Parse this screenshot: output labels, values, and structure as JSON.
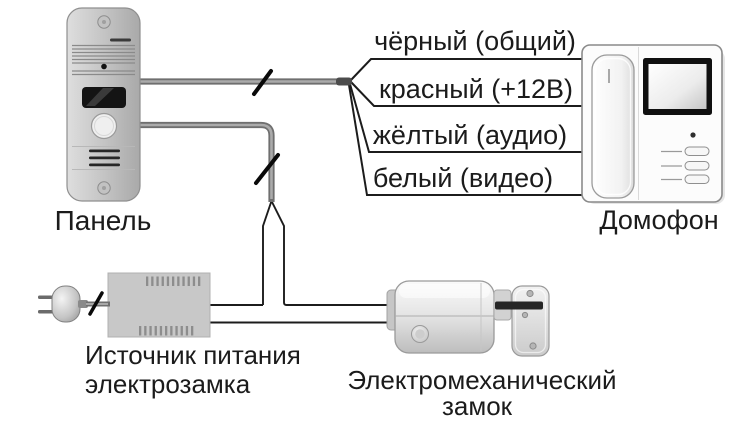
{
  "colors": {
    "background": "#ffffff",
    "diagram_line": "#1c1c1c",
    "wire_gray": "#6f6f6f",
    "text": "#1b1b1b"
  },
  "devices": {
    "panel": {
      "label": "Панель"
    },
    "monitor": {
      "label": "Домофон"
    },
    "power_supply": {
      "label_line1": "Источник питания",
      "label_line2": "электрозамка"
    },
    "lock": {
      "label_line1": "Электромеханический",
      "label_line2": "замок"
    }
  },
  "wires": [
    {
      "id": "black-common",
      "label": "чёрный (общий)"
    },
    {
      "id": "red-12v",
      "label": "красный (+12В)"
    },
    {
      "id": "yellow-audio",
      "label": "жёлтый (аудио)"
    },
    {
      "id": "white-video",
      "label": "белый (видео)"
    }
  ]
}
